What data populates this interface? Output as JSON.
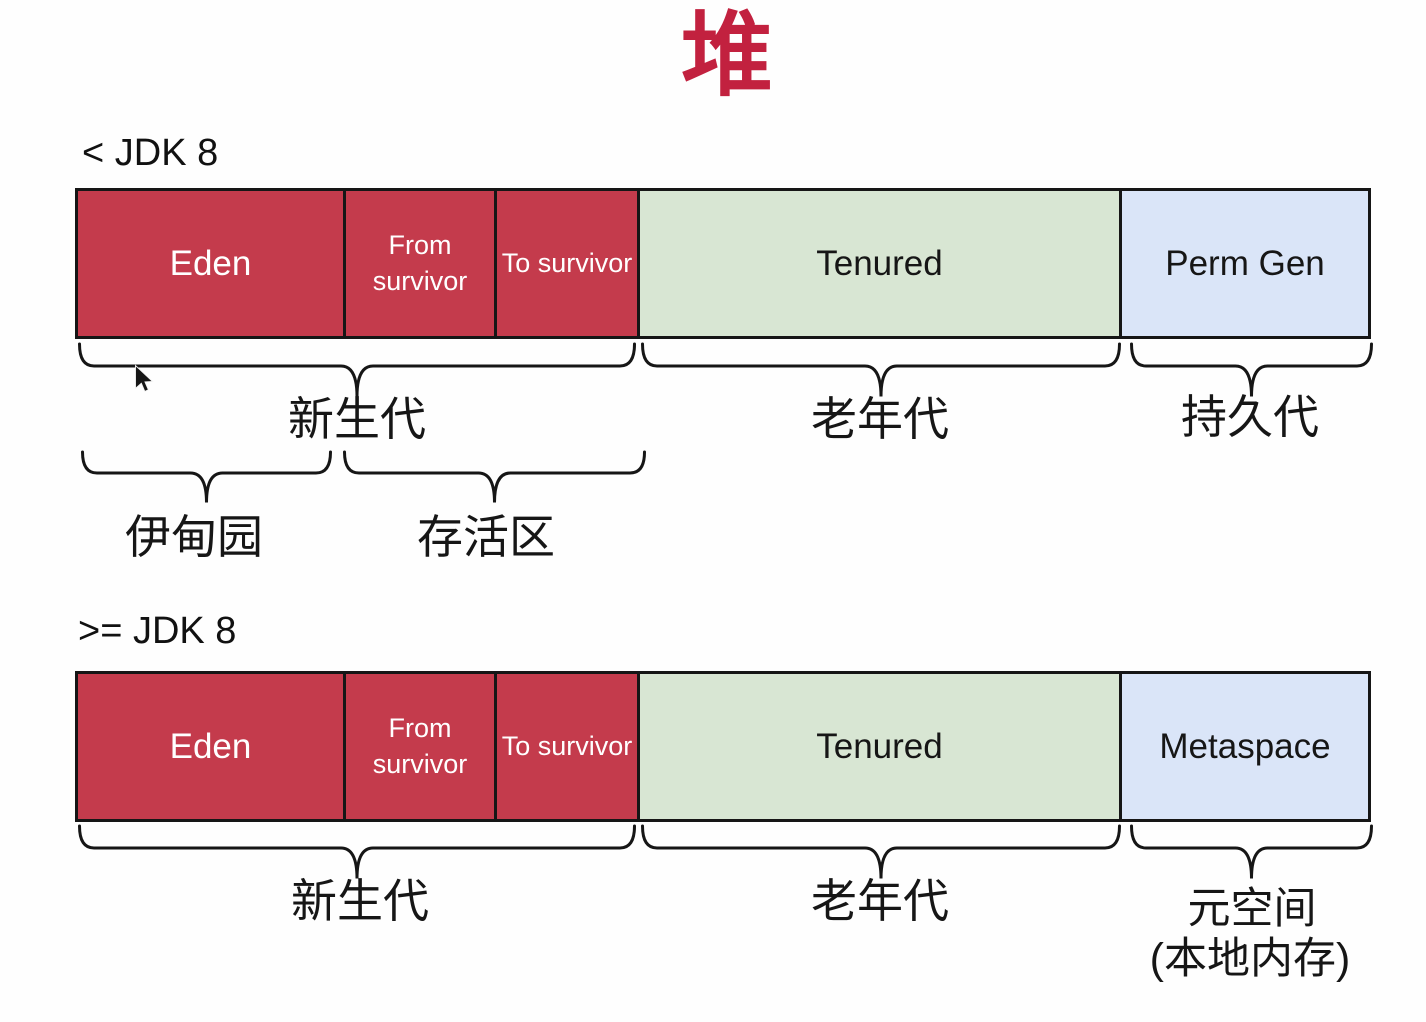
{
  "title": "堆",
  "colors": {
    "title_red": "#c2213f",
    "segment_red": "#c43b4c",
    "segment_green": "#d8e6d3",
    "segment_blue": "#dae5f8",
    "ink": "#161616"
  },
  "pre_jdk8": {
    "jdk_label": "< JDK 8",
    "segments": {
      "eden": "Eden",
      "from_survivor": "From survivor",
      "to_survivor": "To survivor",
      "tenured": "Tenured",
      "perm_gen": "Perm Gen"
    },
    "generation_labels": {
      "young": "新生代",
      "old": "老年代",
      "perm": "持久代"
    },
    "area_labels": {
      "eden_cn": "伊甸园",
      "survivor_cn": "存活区"
    }
  },
  "post_jdk8": {
    "jdk_label": ">= JDK 8",
    "segments": {
      "eden": "Eden",
      "from_survivor": "From survivor",
      "to_survivor": "To survivor",
      "tenured": "Tenured",
      "metaspace": "Metaspace"
    },
    "generation_labels": {
      "young": "新生代",
      "old": "老年代",
      "meta_line1": "元空间",
      "meta_line2": "(本地内存)"
    }
  }
}
